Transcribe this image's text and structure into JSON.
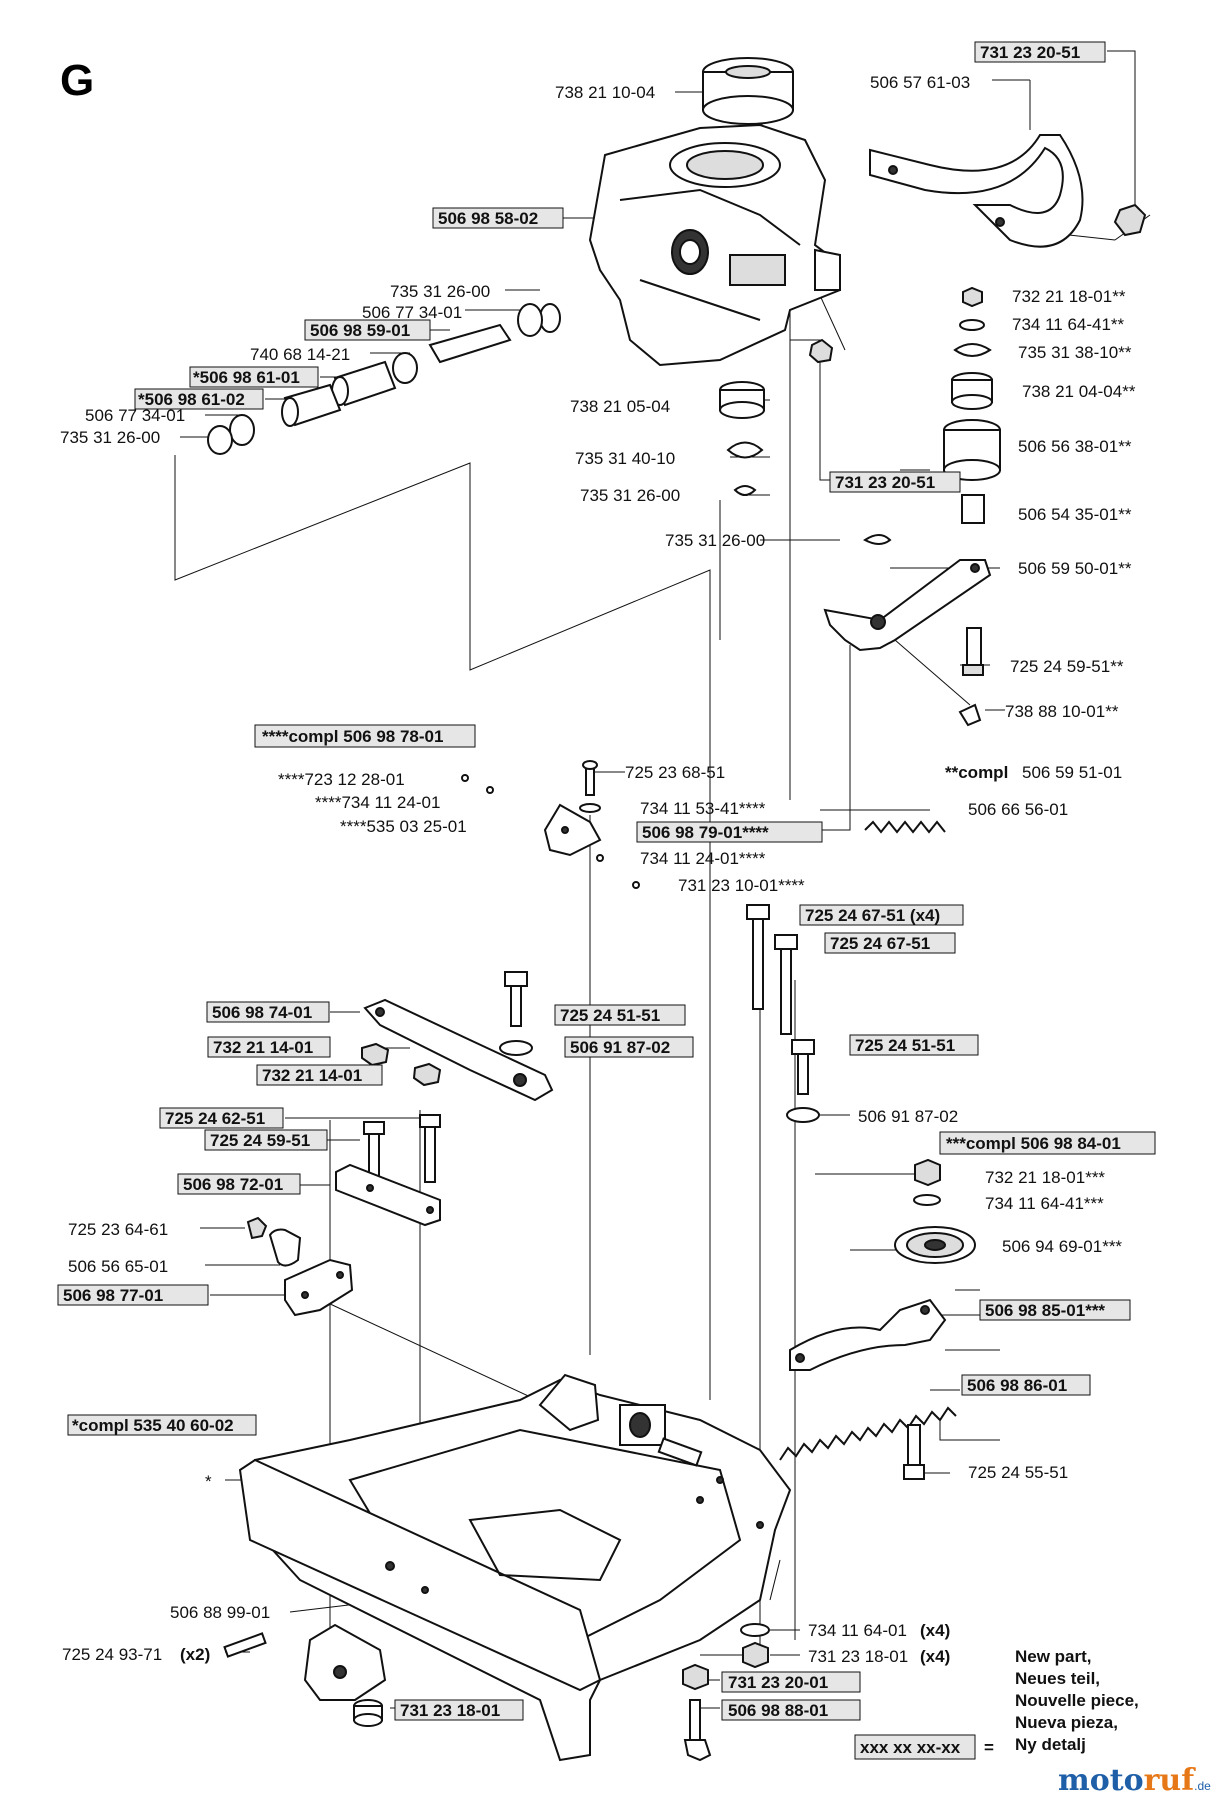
{
  "section_letter": "G",
  "labels": {
    "l01": "731 23 20-51",
    "l02": "506 57 61-03",
    "l03": "738 21 10-04",
    "l04": "506 98 58-02",
    "l05": "735 31 26-00",
    "l06": "506 77 34-01",
    "l07": "506 98 59-01",
    "l08": "740 68 14-21",
    "l09": "*506 98 61-01",
    "l10": "*506 98 61-02",
    "l11": "506 77 34-01",
    "l12": "735 31 26-00",
    "l13": "732 21 18-01**",
    "l14": "734 11 64-41**",
    "l15": "735 31 38-10**",
    "l16": "738 21 04-04**",
    "l17": "506 56 38-01**",
    "l18": "738 21 05-04",
    "l19": "735 31 40-10",
    "l20": "731 23 20-51",
    "l21": "735 31 26-00",
    "l22": "506 54 35-01**",
    "l23": "735 31 26-00",
    "l24": "506 59 50-01**",
    "l25": "725 24 59-51**",
    "l26": "738 88 10-01**",
    "l27": "****compl 506 98 78-01",
    "l28": "**compl",
    "l28b": "506 59 51-01",
    "l29": "725 23 68-51",
    "l30": "****723 12 28-01",
    "l31": "****734 11 24-01",
    "l32": "734 11 53-41****",
    "l33": "****535 03 25-01",
    "l34": "506 98 79-01****",
    "l35": "506 66 56-01",
    "l36": "734 11 24-01****",
    "l37": "731 23 10-01****",
    "l38": "725 24 67-51 (x4)",
    "l39": "725 24 67-51",
    "l40": "506 98 74-01",
    "l41": "725 24 51-51",
    "l42": "732 21 14-01",
    "l43": "506 91 87-02",
    "l44": "732 21 14-01",
    "l45": "725 24 51-51",
    "l46": "725 24 62-51",
    "l47": "506 91 87-02",
    "l48": "725 24 59-51",
    "l49": "***compl 506 98 84-01",
    "l50": "506 98 72-01",
    "l51": "732 21 18-01***",
    "l52": "734 11 64-41***",
    "l53": "725 23 64-61",
    "l54": "506 94 69-01***",
    "l55": "506 56 65-01",
    "l56": "506 98 77-01",
    "l57": "506 98 85-01***",
    "l58": "506 98 86-01",
    "l59": "*compl 535 40 60-02",
    "l60": "725 24 55-51",
    "l61": "*",
    "l62": "506 88 99-01",
    "l63": "725 24 93-71",
    "l63b": "(x2)",
    "l64": "734 11 64-01",
    "l64b": "(x4)",
    "l65": "731 23 18-01",
    "l65b": "(x4)",
    "l66": "731 23 20-01",
    "l67": "731 23 18-01",
    "l68": "506 98 88-01"
  },
  "legend": {
    "symbol": "xxx xx xx-xx",
    "equals": "=",
    "lines": [
      "New part,",
      "Neues teil,",
      "Nouvelle piece,",
      "Nueva pieza,",
      "Ny detalj"
    ]
  },
  "brand": {
    "part1": "moto",
    "part2": "ruf",
    "suffix": ".de"
  }
}
